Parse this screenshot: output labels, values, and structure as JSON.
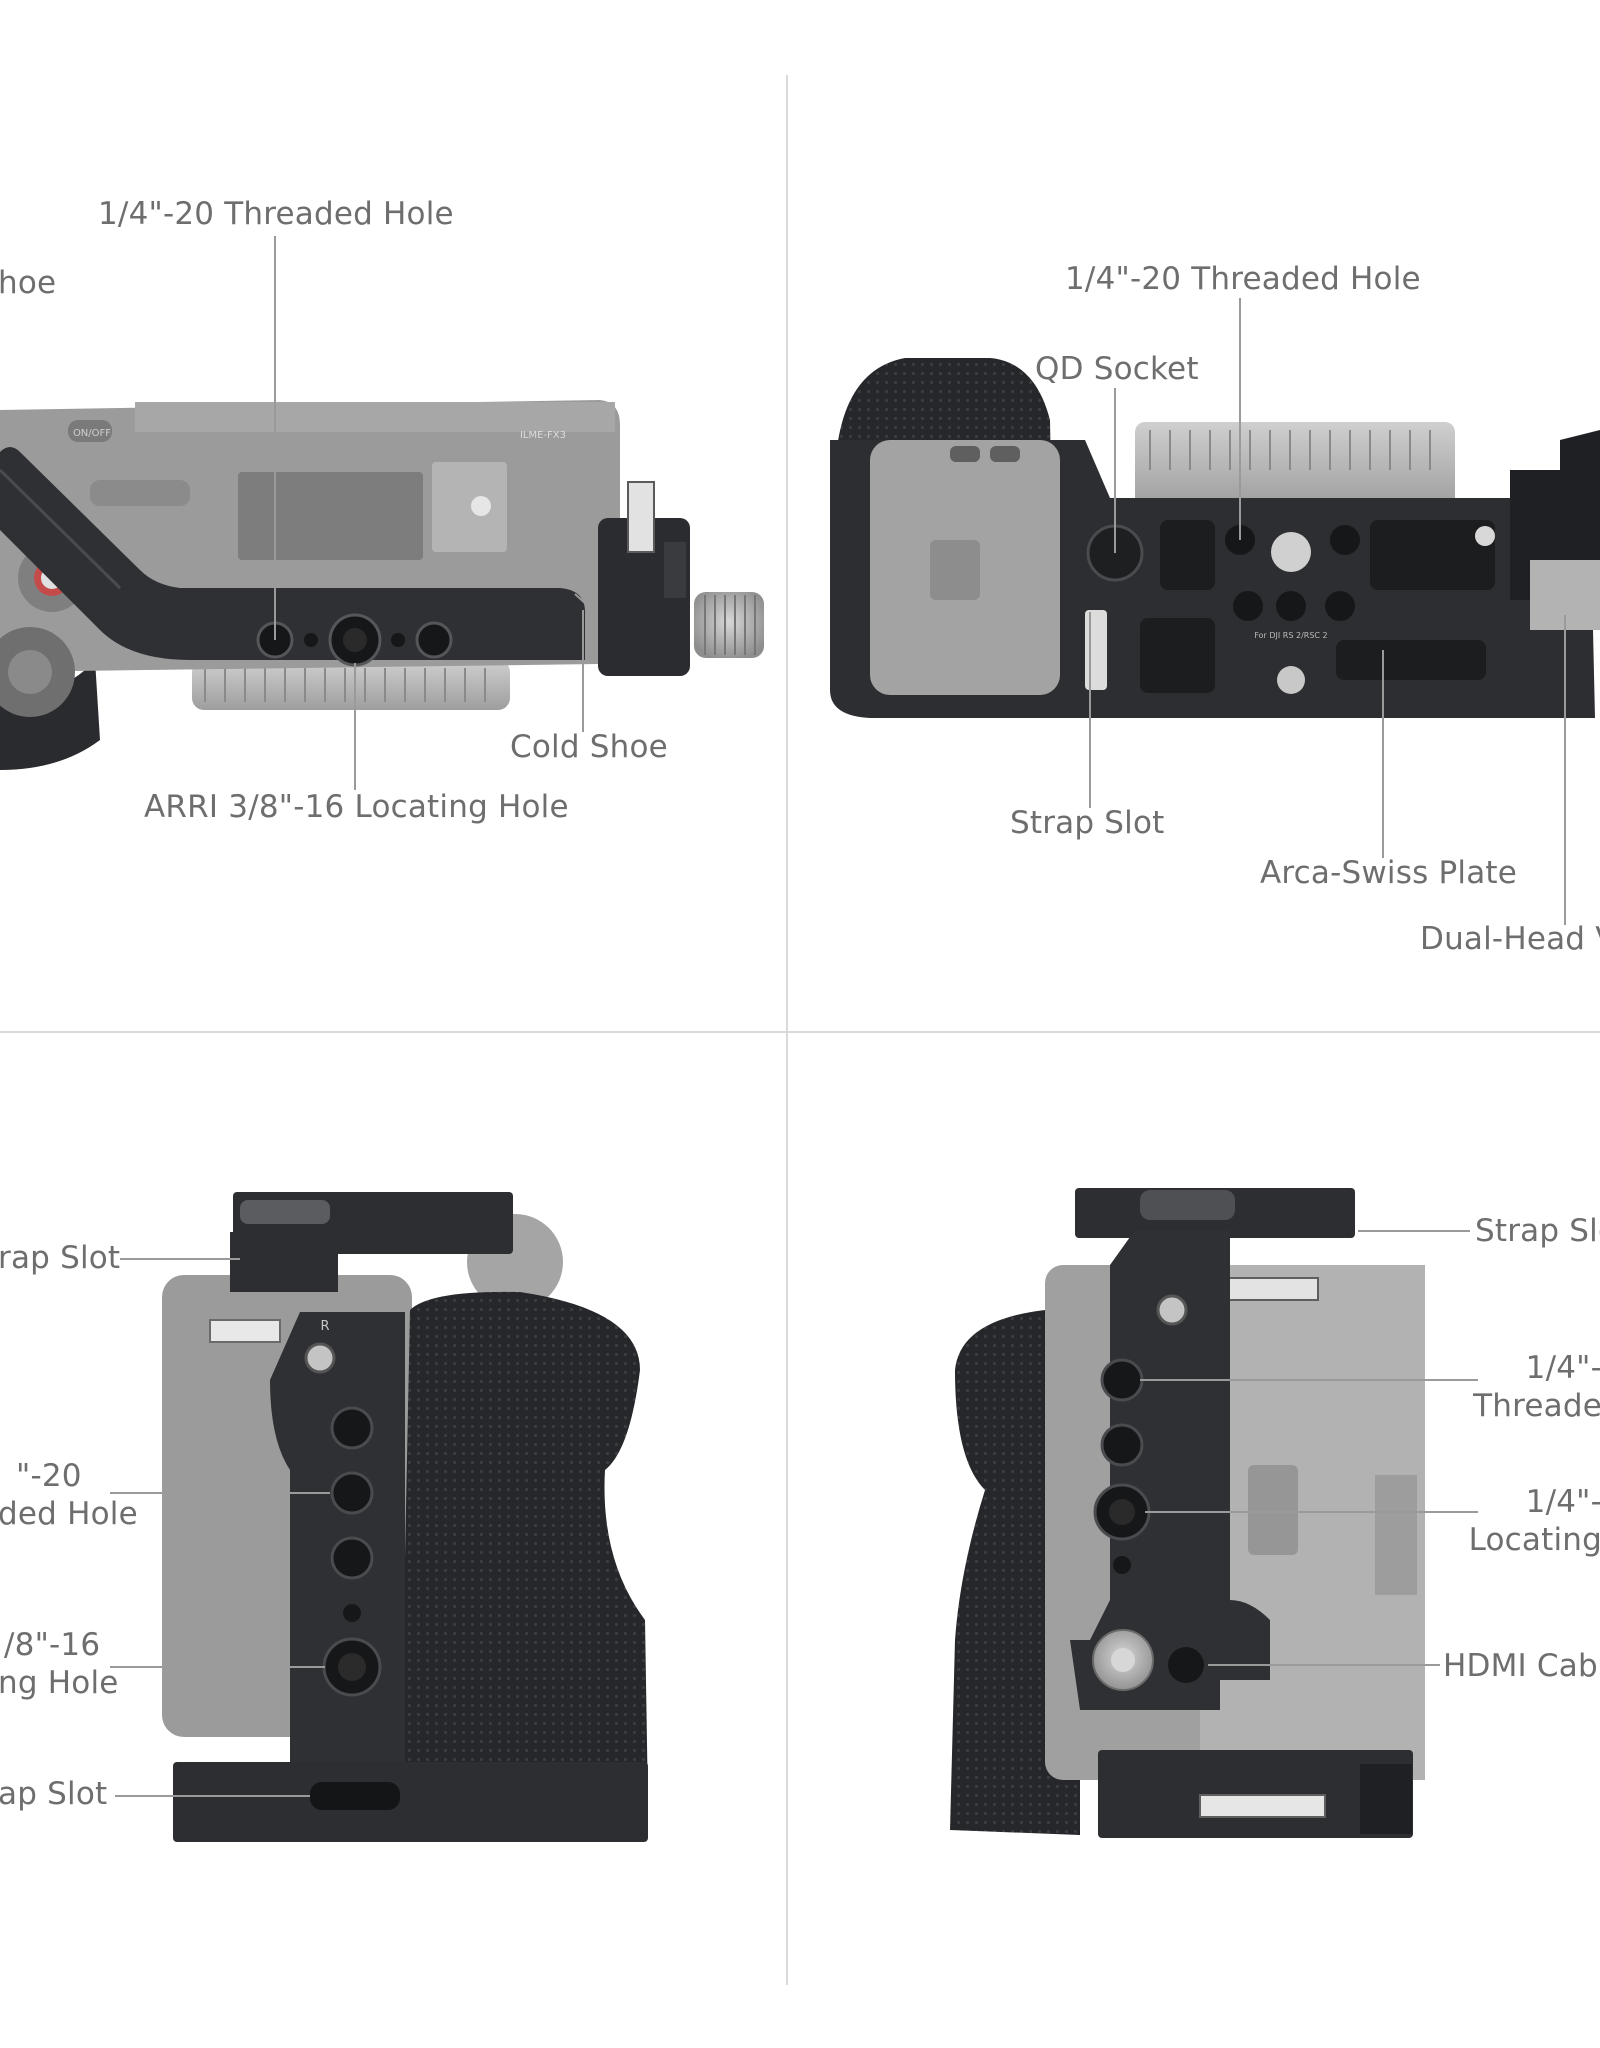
{
  "colors": {
    "background": "#ffffff",
    "divider": "#d9d9d9",
    "leader": "#9a9a9a",
    "label_text": "#6e6e6e",
    "camera_body": "#9b9b9b",
    "cage_metal": "#2d2e31",
    "grip_rubber": "#232427"
  },
  "panels": {
    "top_left": {
      "labels": {
        "cold_shoe_top": "hoe",
        "threaded_hole": "1/4\"-20 Threaded Hole",
        "cold_shoe": "Cold Shoe",
        "arri_hole": "ARRI 3/8\"-16 Locating Hole"
      },
      "body_marks": {
        "button": "ON/OFF",
        "model": "ILME-FX3"
      }
    },
    "top_right": {
      "labels": {
        "threaded_hole": "1/4\"-20 Threaded Hole",
        "qd_socket": "QD Socket",
        "strap_slot": "Strap Slot",
        "arca_plate": "Arca-Swiss Plate",
        "dual_head": "Dual-Head V"
      },
      "plate_text": "For DJI RS 2/RSC 2"
    },
    "bottom_left": {
      "labels": {
        "strap_slot_top": "rap Slot",
        "threaded_hole_l1": "\"-20",
        "threaded_hole_l2": "ded Hole",
        "locating_hole_l1": "/8\"-16",
        "locating_hole_l2": "ng Hole",
        "strap_slot_bottom": "ap Slot"
      },
      "cage_mark": "R"
    },
    "bottom_right": {
      "labels": {
        "strap_slot": "Strap Slo",
        "threaded_hole_l1": "1/4\"-",
        "threaded_hole_l2": "Threade",
        "locating_hole_l1": "1/4\"-",
        "locating_hole_l2": "Locating",
        "hdmi_clamp": "HDMI Cabl"
      }
    }
  }
}
